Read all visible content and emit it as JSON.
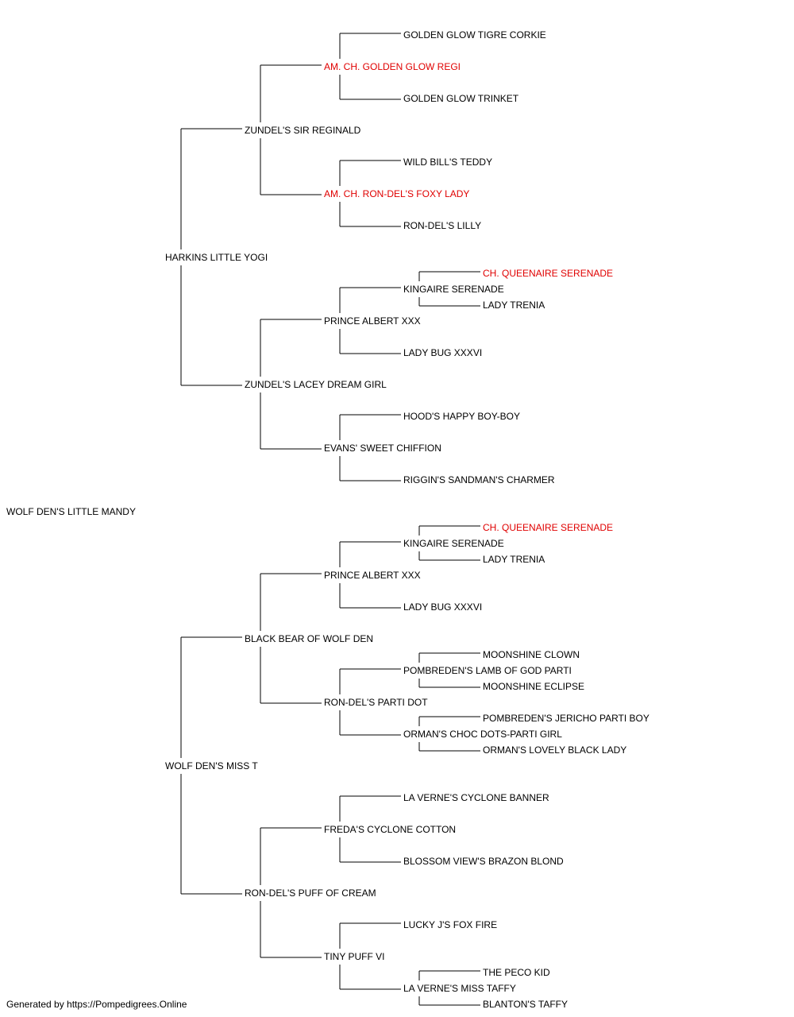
{
  "pedigree": {
    "subject": "WOLF DEN'S LITTLE MANDY",
    "sire": "HARKINS LITTLE YOGI",
    "dam": "WOLF DEN'S MISS T",
    "sire_sire": "ZUNDEL'S SIR REGINALD",
    "sire_dam": "ZUNDEL'S LACEY DREAM GIRL",
    "dam_sire": "BLACK BEAR OF WOLF DEN",
    "dam_dam": "RON-DEL'S PUFF OF CREAM",
    "sire_sire_sire": "AM. CH. GOLDEN GLOW REGI",
    "sire_sire_dam": "AM. CH. RON-DEL'S FOXY LADY",
    "sire_dam_sire": "PRINCE ALBERT XXX",
    "sire_dam_dam": "EVANS' SWEET CHIFFION",
    "dam_sire_sire": "PRINCE ALBERT XXX",
    "dam_sire_dam": "RON-DEL'S PARTI DOT",
    "dam_dam_sire": "FREDA'S CYCLONE COTTON",
    "dam_dam_dam": "TINY PUFF VI",
    "g4_1": "GOLDEN GLOW TIGRE CORKIE",
    "g4_2": "GOLDEN GLOW TRINKET",
    "g4_3": "WILD BILL'S TEDDY",
    "g4_4": "RON-DEL'S LILLY",
    "g4_5": "KINGAIRE SERENADE",
    "g4_6": "LADY BUG XXXVI",
    "g4_7": "HOOD'S HAPPY BOY-BOY",
    "g4_8": "RIGGIN'S SANDMAN'S CHARMER",
    "g4_9": "KINGAIRE SERENADE",
    "g4_10": "LADY BUG XXXVI",
    "g4_11": "POMBREDEN'S LAMB OF GOD PARTI",
    "g4_12": "ORMAN'S CHOC DOTS-PARTI GIRL",
    "g4_13": "LA VERNE'S CYCLONE BANNER",
    "g4_14": "BLOSSOM VIEW'S BRAZON BLOND",
    "g4_15": "LUCKY J'S FOX FIRE",
    "g4_16": "LA VERNE'S MISS TAFFY",
    "g5_1": "CH. QUEENAIRE SERENADE",
    "g5_2": "LADY TRENIA",
    "g5_3": "CH. QUEENAIRE SERENADE",
    "g5_4": "LADY TRENIA",
    "g5_5": "MOONSHINE CLOWN",
    "g5_6": "MOONSHINE ECLIPSE",
    "g5_7": "POMBREDEN'S JERICHO PARTI BOY",
    "g5_8": "ORMAN'S LOVELY BLACK LADY",
    "g5_9": "THE PECO KID",
    "g5_10": "BLANTON'S TAFFY"
  },
  "champion_color": "#e00000",
  "text_color": "#000000",
  "footer": "Generated by https://Pompedigrees.Online"
}
